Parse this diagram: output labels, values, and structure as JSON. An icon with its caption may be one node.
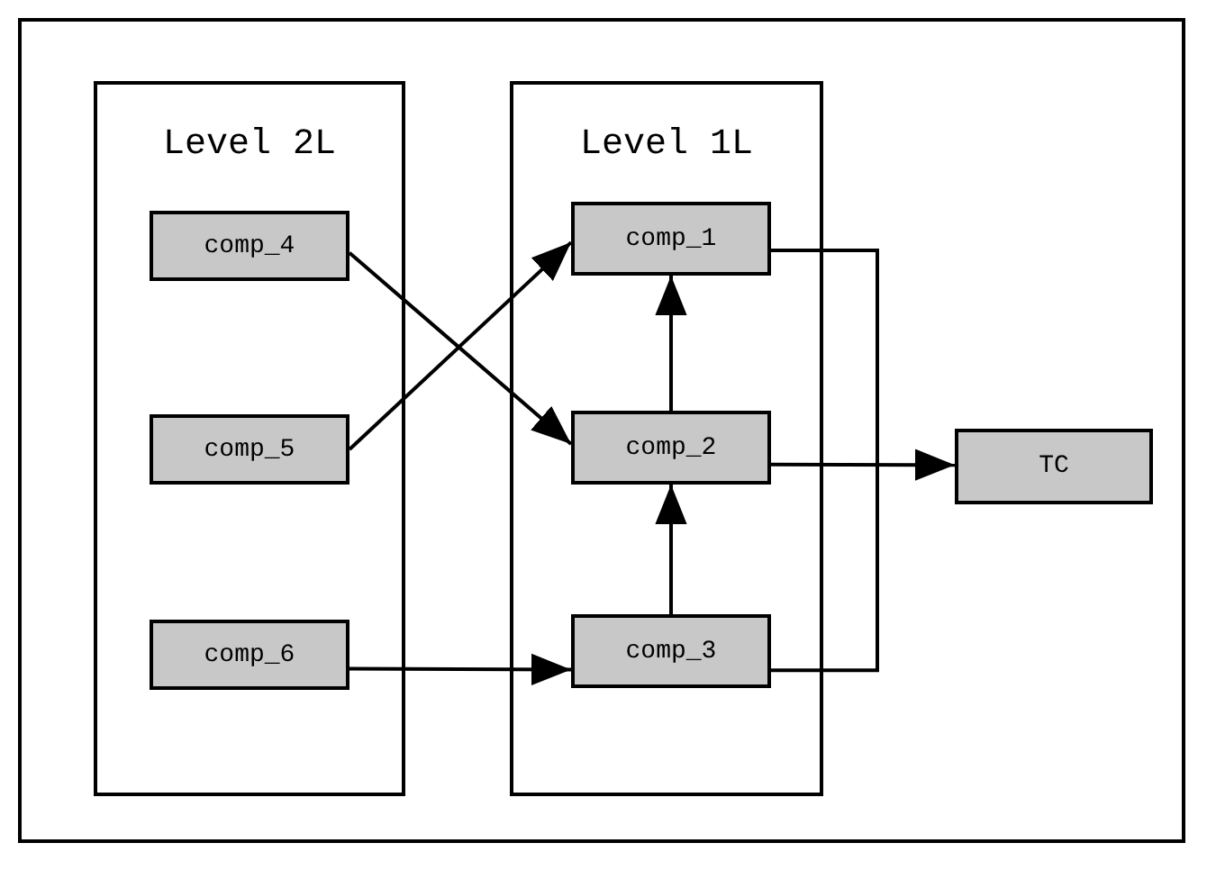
{
  "diagram": {
    "nodes": [
      {
        "text": [
          "Level 2L"
        ]
      },
      {
        "text": [
          "comp_4"
        ],
        "in": 0
      },
      {
        "text": [
          "comp_5"
        ],
        "in": 0
      },
      {
        "text": [
          "comp_6"
        ],
        "in": 0
      },
      {
        "text": [
          "Level 1L"
        ]
      },
      {
        "text": [
          "comp_1"
        ],
        "in": 4
      },
      {
        "text": [
          "comp_2"
        ],
        "in": 4
      },
      {
        "text": [
          "comp_3"
        ],
        "in": 4
      },
      {
        "text": [
          "TC"
        ]
      }
    ],
    "edges": [
      {
        "from": 1,
        "to": 6,
        "arrow": "to"
      },
      {
        "from": 2,
        "to": 5,
        "arrow": "to"
      },
      {
        "from": 3,
        "to": 7,
        "arrow": "to"
      },
      {
        "from": 7,
        "to": 6,
        "arrow": "to"
      },
      {
        "from": 6,
        "to": 5,
        "arrow": "to"
      },
      {
        "from": 6,
        "to": 8,
        "arrow": "to"
      },
      {
        "from": 5,
        "to": 7,
        "arrow": "none"
      }
    ]
  }
}
